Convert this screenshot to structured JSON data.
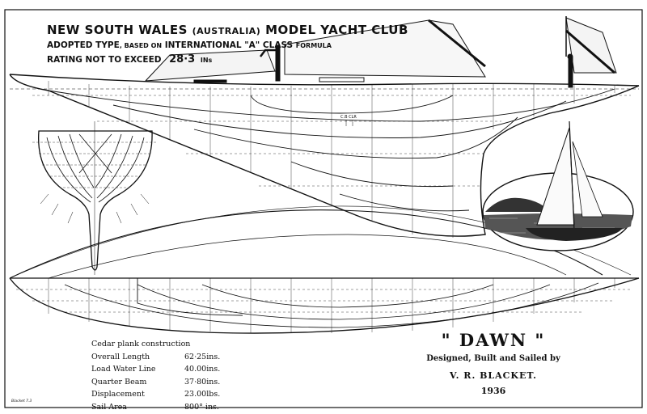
{
  "header": {
    "club": "NEW SOUTH WALES",
    "club_paren": "(AUSTRALIA)",
    "club_rest": "MODEL YACHT CLUB",
    "adopted": "ADOPTED TYPE",
    "based": ", BASED ON",
    "formula": "INTERNATIONAL \"A\" CLASS",
    "formula_word": "FORMULA",
    "rating_label": "RATING NOT TO EXCEED",
    "rating_value": "28·3",
    "rating_unit": "INs"
  },
  "specs": {
    "construction": "Cedar plank construction",
    "rows": [
      {
        "label": "Overall Length",
        "value": "62·25ins."
      },
      {
        "label": "Load Water Line",
        "value": "40.00ins."
      },
      {
        "label": "Quarter Beam",
        "value": "37·80ins."
      },
      {
        "label": "Displacement",
        "value": "23.00lbs."
      },
      {
        "label": "Sail Area",
        "value": "800° ins."
      }
    ]
  },
  "title_block": {
    "name": "\" DAWN \"",
    "designed": "Designed, Built and Sailed by",
    "designer": "V. R. BLACKET.",
    "year": "1936"
  },
  "annotations": {
    "cb_clr": "C.B  CLR"
  },
  "signature": "Blacket 7.3"
}
